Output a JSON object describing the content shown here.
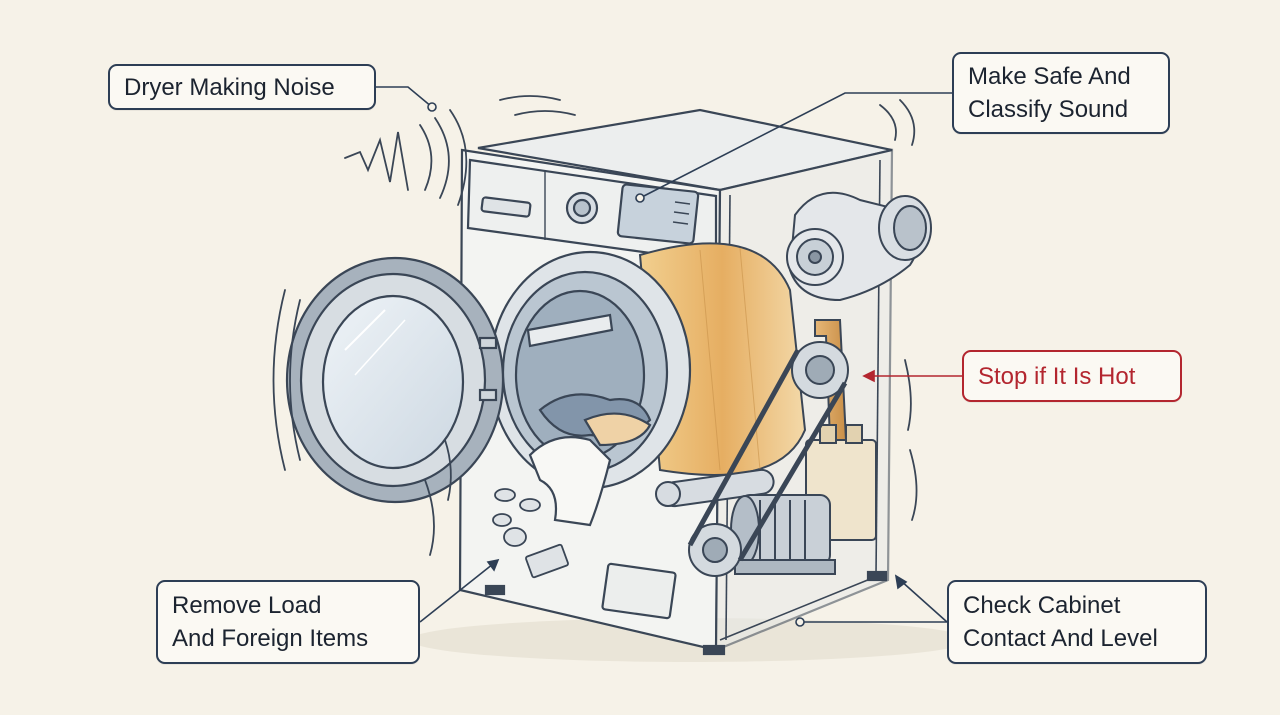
{
  "callouts": {
    "dryer_noise": {
      "lines": [
        "Dryer Making Noise"
      ]
    },
    "make_safe": {
      "lines": [
        "Make Safe And",
        "Classify Sound"
      ]
    },
    "stop_hot": {
      "lines": [
        "Stop if It Is Hot"
      ]
    },
    "remove_load": {
      "lines": [
        "Remove Load",
        "And Foreign Items"
      ]
    },
    "check_cabinet": {
      "lines": [
        "Check Cabinet",
        "Contact And Level"
      ]
    }
  },
  "colors": {
    "background": "#f6f2e8",
    "ink": "#2d3e55",
    "warning": "#b3262f",
    "drum": "#e9b56a",
    "metal": "#9aa7b5"
  }
}
